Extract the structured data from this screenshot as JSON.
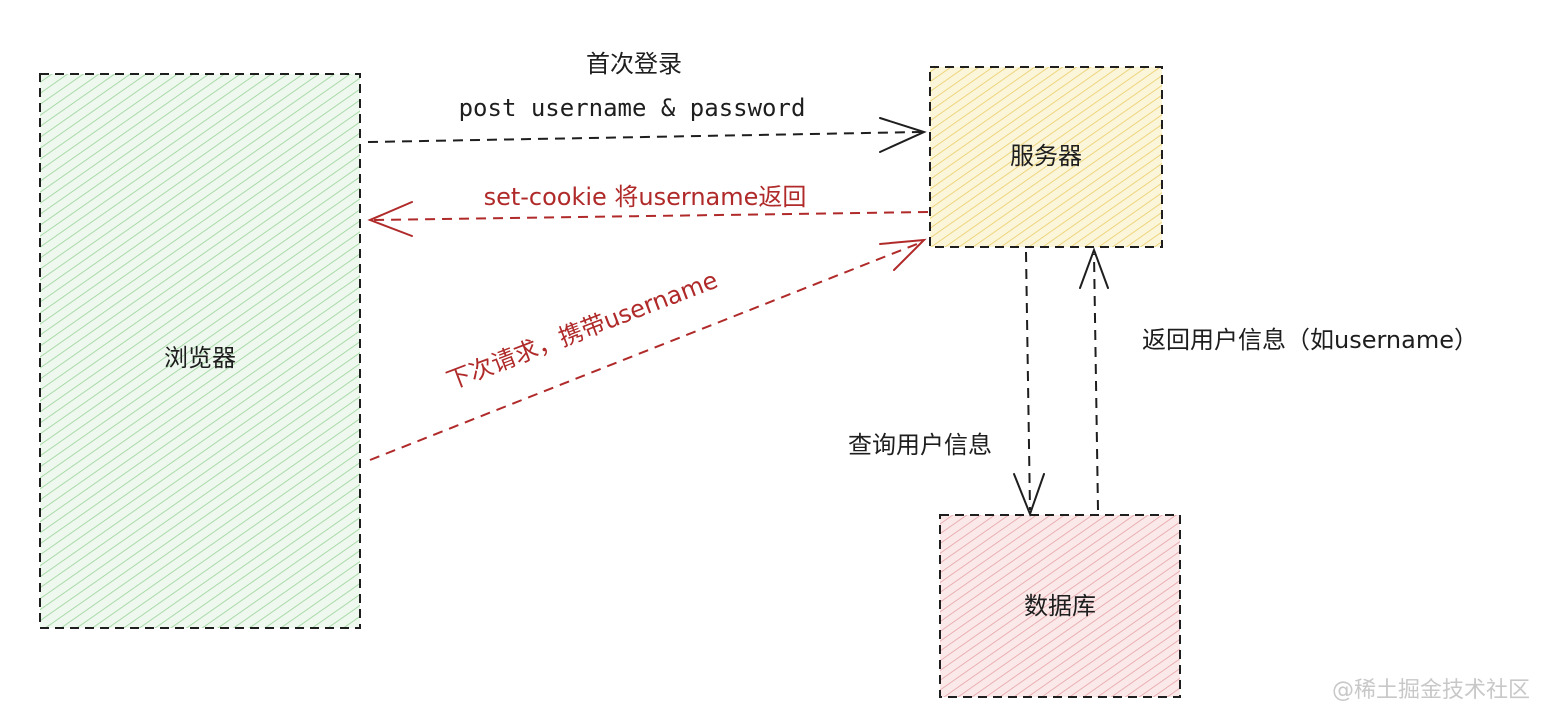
{
  "nodes": {
    "browser": {
      "label": "浏览器",
      "color": "#c9e8c9",
      "stroke": "#1e1e1e"
    },
    "server": {
      "label": "服务器",
      "color": "#f3e3a0",
      "stroke": "#1e1e1e"
    },
    "database": {
      "label": "数据库",
      "color": "#f1c4c6",
      "stroke": "#1e1e1e"
    }
  },
  "edges": {
    "login_title": "首次登录",
    "login_post": "post username & password",
    "set_cookie": "set-cookie 将username返回",
    "next_request": "下次请求，携带username",
    "query_user": "查询用户信息",
    "return_user": "返回用户信息（如username）"
  },
  "colors": {
    "black_arrow": "#1e1e1e",
    "red_arrow": "#b02a2a"
  },
  "watermark": "@稀土掘金技术社区"
}
